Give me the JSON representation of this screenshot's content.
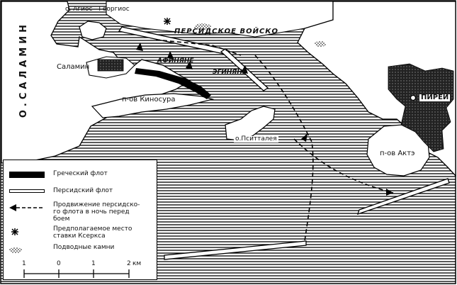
{
  "map": {
    "vertical_label": "О.САЛАМИН",
    "labels": {
      "agios_georgios": "о. Агиос - Георгиос",
      "persian_army": "ПЕРСИДСКОЕ ВОЙСКО",
      "salamin": "Саламин",
      "athenians": "АФИНЯНЕ",
      "aeginetans": "ЭГИНЯНЕ",
      "kinosura": "п-ов Киносура",
      "psittalia": "о.Пситталея",
      "pirei": "ПИРЕЙ",
      "aktie": "п-ов Актэ"
    }
  },
  "legend": {
    "items": [
      {
        "symbol": "greek-fleet",
        "text": "Греческий флот"
      },
      {
        "symbol": "persian-fleet",
        "text": "Персидский флот"
      },
      {
        "symbol": "persian-night-movement",
        "text": "Продвижение персидско-\nго флота в ночь перед\nбоем"
      },
      {
        "symbol": "xerxes-star",
        "text": "Предполагаемое место\nставки Ксеркса"
      },
      {
        "symbol": "reefs",
        "text": "Подводные камни"
      }
    ]
  },
  "scale": {
    "ticks": [
      "1",
      "0",
      "1",
      "2"
    ],
    "unit": "км"
  }
}
